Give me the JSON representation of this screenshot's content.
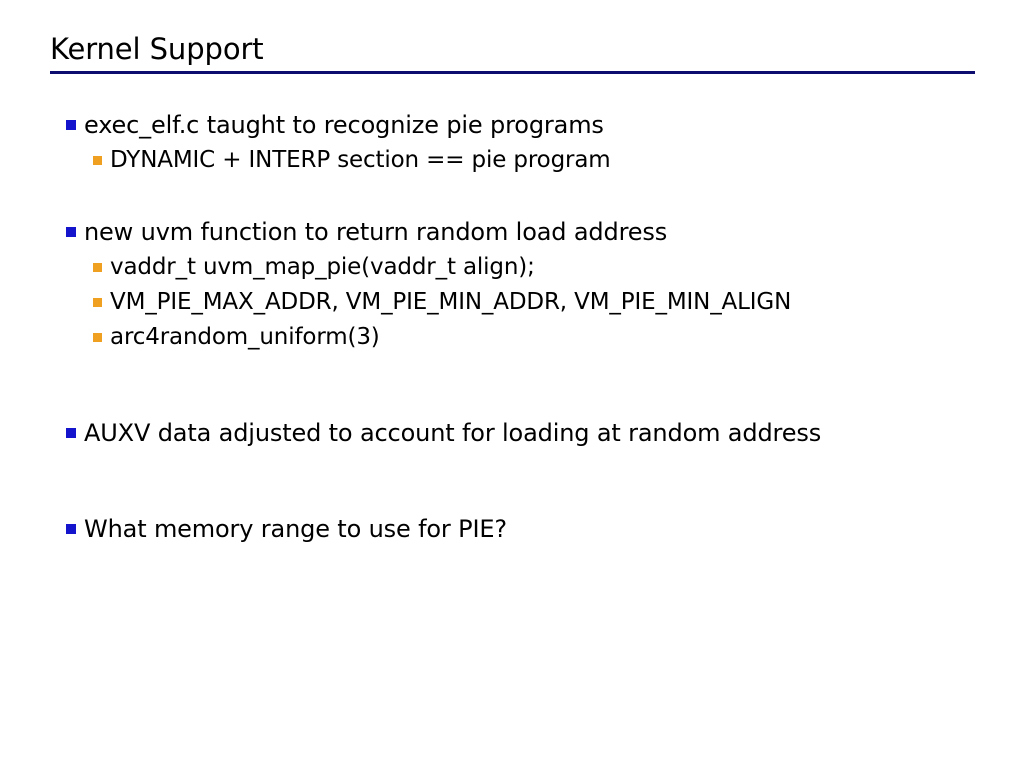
{
  "slide": {
    "title": "Kernel Support",
    "title_rule_color": "#0d0d70",
    "background_color": "#ffffff",
    "text_color": "#000000",
    "level1_bullet_color": "#1414cc",
    "level2_bullet_color": "#f0a020",
    "bullets": [
      {
        "level": 1,
        "text": "exec_elf.c taught to recognize pie programs"
      },
      {
        "level": 2,
        "text": "DYNAMIC + INTERP section == pie program"
      },
      {
        "level": 1,
        "text": "new uvm function to return random load address"
      },
      {
        "level": 2,
        "text": "vaddr_t uvm_map_pie(vaddr_t align);"
      },
      {
        "level": 2,
        "text": "VM_PIE_MAX_ADDR, VM_PIE_MIN_ADDR, VM_PIE_MIN_ALIGN"
      },
      {
        "level": 2,
        "text": "arc4random_uniform(3)"
      },
      {
        "level": 1,
        "text": " AUXV data adjusted to account for loading at random address"
      },
      {
        "level": 1,
        "text": "What memory range to use for PIE?"
      }
    ]
  }
}
